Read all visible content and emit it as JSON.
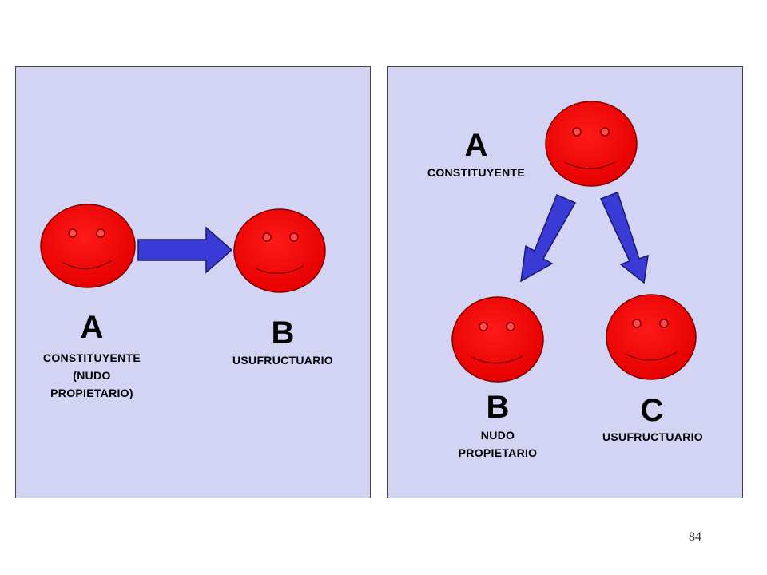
{
  "left_panel": {
    "party_a": {
      "letter": "A",
      "role_line1": "CONSTITUYENTE",
      "role_line2": "(NUDO",
      "role_line3": "PROPIETARIO)"
    },
    "party_b": {
      "letter": "B",
      "role": "USUFRUCTUARIO"
    }
  },
  "right_panel": {
    "party_a": {
      "letter": "A",
      "role": "CONSTITUYENTE"
    },
    "party_b": {
      "letter": "B",
      "role_line1": "NUDO",
      "role_line2": "PROPIETARIO"
    },
    "party_c": {
      "letter": "C",
      "role": "USUFRUCTUARIO"
    }
  },
  "page_number": "84",
  "colors": {
    "face": "#ff0000",
    "arrow": "#3a3ad6",
    "panel": "#d3d3f3"
  },
  "icons": [
    "smiley-face-icon",
    "arrow-right-icon",
    "arrow-down-left-icon",
    "arrow-down-right-icon"
  ]
}
